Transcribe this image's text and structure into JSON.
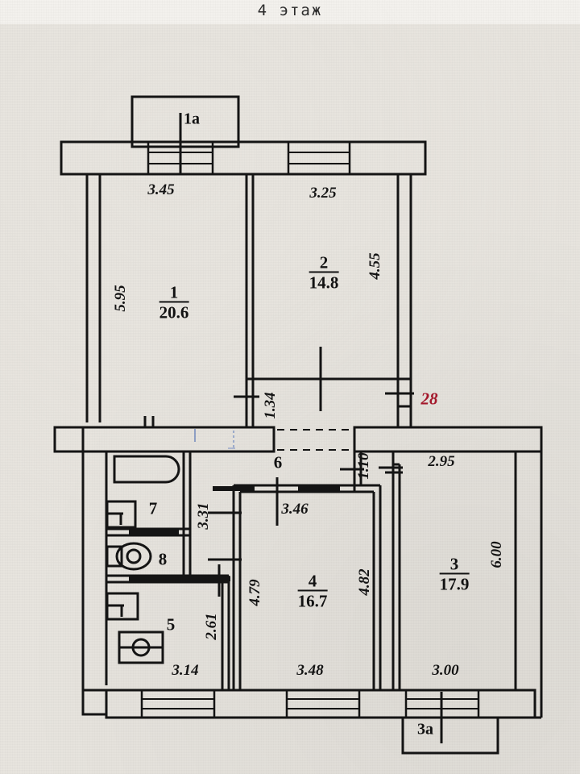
{
  "document": {
    "title": "4 этаж",
    "apartment_number": "28",
    "apartment_number_color": "#a8182c",
    "ink_color": "#121212",
    "paper_color": "#e8e5df"
  },
  "rooms": [
    {
      "key": "room1",
      "number": "1",
      "area": "20.6",
      "name_hint": "living-room"
    },
    {
      "key": "room2",
      "number": "2",
      "area": "14.8",
      "name_hint": "bedroom"
    },
    {
      "key": "room3",
      "number": "3",
      "area": "17.9",
      "name_hint": "bedroom"
    },
    {
      "key": "room4",
      "number": "4",
      "area": "16.7",
      "name_hint": "bedroom"
    }
  ],
  "small_rooms": [
    {
      "key": "room5",
      "number": "5",
      "name_hint": "kitchen"
    },
    {
      "key": "room6",
      "number": "6",
      "name_hint": "corridor"
    },
    {
      "key": "room7",
      "number": "7",
      "name_hint": "bathroom"
    },
    {
      "key": "room8",
      "number": "8",
      "name_hint": "wc"
    }
  ],
  "balconies": [
    {
      "key": "balcony1a",
      "label": "1а"
    },
    {
      "key": "balcony3a",
      "label": "3а"
    }
  ],
  "dimensions": {
    "d_3_45": "3.45",
    "d_3_25": "3.25",
    "d_5_95": "5.95",
    "d_4_55": "4.55",
    "d_1_34": "1.34",
    "d_1_10": "1.10",
    "d_2_95": "2.95",
    "d_3_46": "3.46",
    "d_3_31": "3.31",
    "d_2_61": "2.61",
    "d_4_79": "4.79",
    "d_4_82": "4.82",
    "d_6_00": "6.00",
    "d_3_14": "3.14",
    "d_3_48": "3.48",
    "d_3_00": "3.00"
  }
}
